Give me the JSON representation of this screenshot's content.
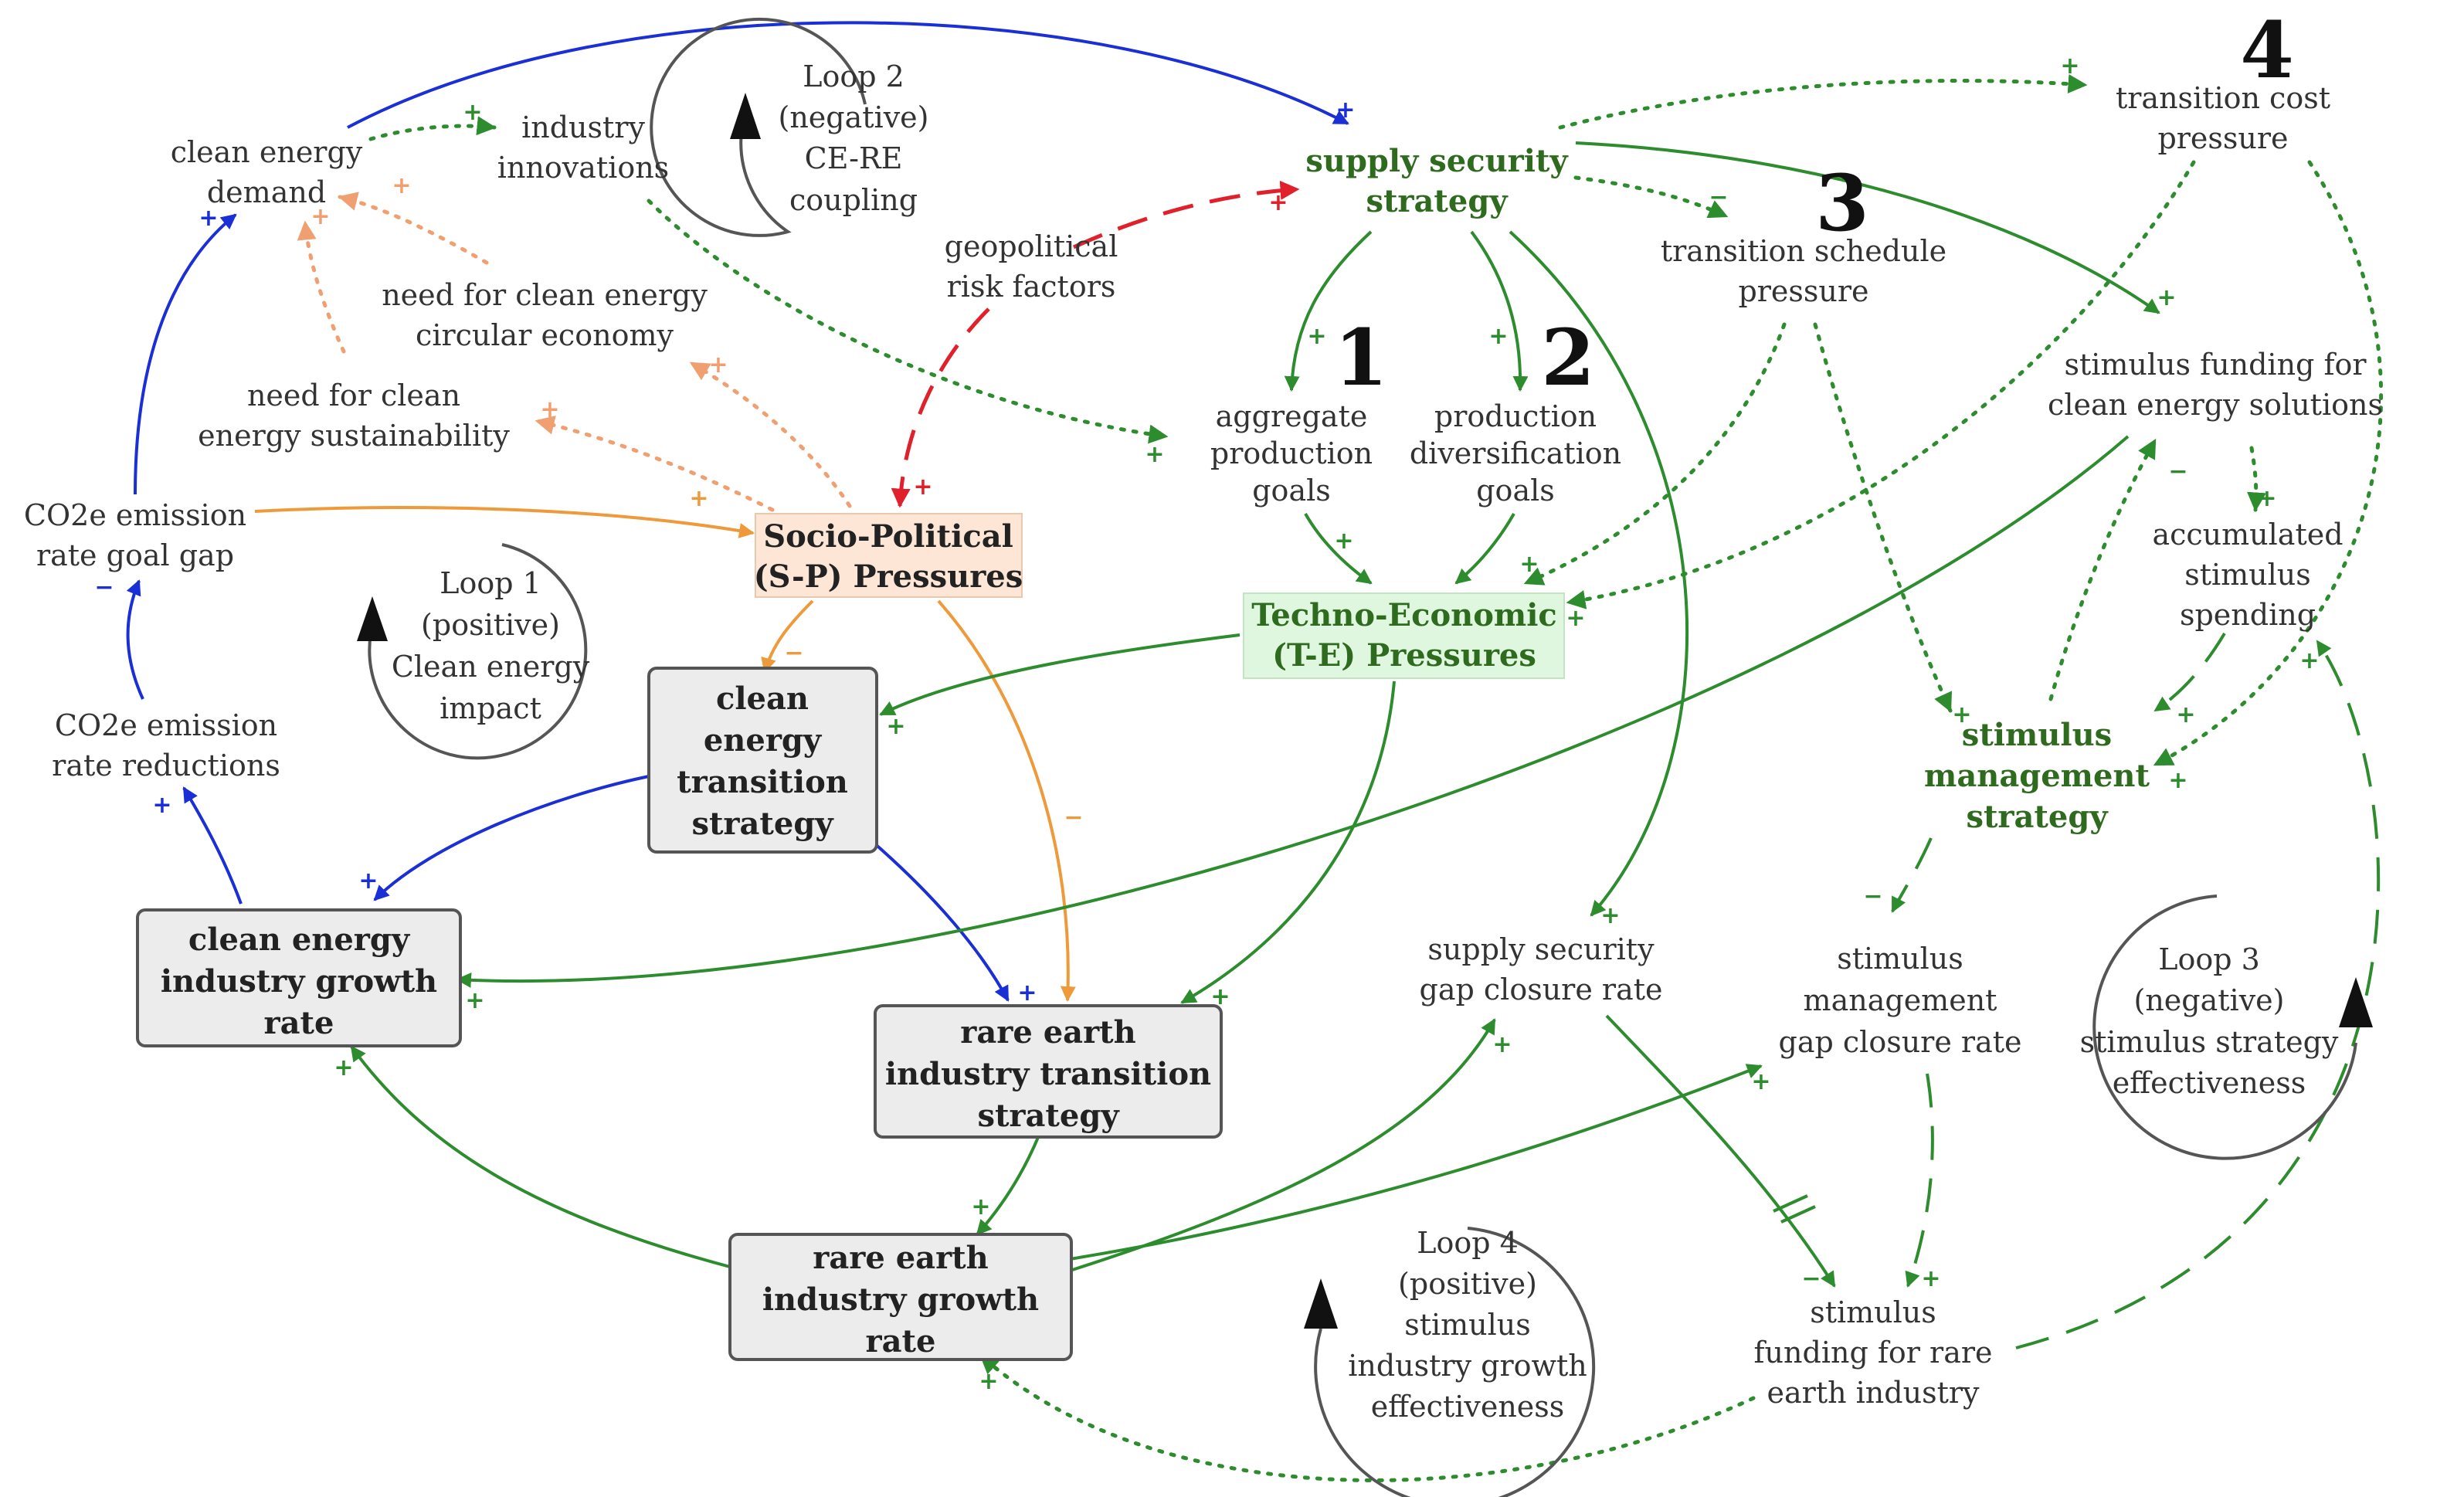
{
  "variables": {
    "clean_energy_demand": [
      "clean energy",
      "demand"
    ],
    "industry_innovations": [
      "industry",
      "innovations"
    ],
    "need_circular": [
      "need for clean energy",
      "circular economy"
    ],
    "need_sustainability": [
      "need for clean",
      "energy sustainability"
    ],
    "co2_goal_gap": [
      "CO2e emission",
      "rate goal gap"
    ],
    "co2_reductions": [
      "CO2e emission",
      "rate reductions"
    ],
    "sp_pressures": [
      "Socio-Political",
      "(S-P) Pressures"
    ],
    "clean_energy_transition": [
      "clean",
      "energy",
      "transition",
      "strategy"
    ],
    "clean_energy_growth": [
      "clean energy",
      "industry growth",
      "rate"
    ],
    "re_transition": [
      "rare earth",
      "industry transition",
      "strategy"
    ],
    "re_growth": [
      "rare earth",
      "industry growth",
      "rate"
    ],
    "geopolitical": [
      "geopolitical",
      "risk factors"
    ],
    "supply_security": [
      "supply security",
      "strategy"
    ],
    "aggregate_goals": [
      "aggregate",
      "production",
      "goals"
    ],
    "diversification_goals": [
      "production",
      "diversification",
      "goals"
    ],
    "te_pressures": [
      "Techno-Economic",
      "(T-E) Pressures"
    ],
    "transition_schedule": [
      "transition schedule",
      "pressure"
    ],
    "transition_cost": [
      "transition cost",
      "pressure"
    ],
    "stimulus_funding_clean": [
      "stimulus funding for",
      "clean energy solutions"
    ],
    "accumulated_stimulus": [
      "accumulated",
      "stimulus",
      "spending"
    ],
    "stimulus_management": [
      "stimulus",
      "management",
      "strategy"
    ],
    "supply_gap_closure": [
      "supply security",
      "gap closure rate"
    ],
    "stimulus_gap_closure": [
      "stimulus",
      "management",
      "gap closure rate"
    ],
    "stimulus_funding_re": [
      "stimulus",
      "funding for rare",
      "earth industry"
    ]
  },
  "loops": {
    "loop1": [
      "Loop 1",
      "(positive)",
      "Clean energy",
      "impact"
    ],
    "loop2": [
      "Loop 2",
      "(negative)",
      "CE-RE",
      "coupling"
    ],
    "loop3": [
      "Loop 3",
      "(negative)",
      "stimulus strategy",
      "effectiveness"
    ],
    "loop4": [
      "Loop 4",
      "(positive)",
      "stimulus",
      "industry growth",
      "effectiveness"
    ]
  },
  "markers": {
    "m1": "1",
    "m2": "2",
    "m3": "3",
    "m4": "4"
  },
  "polarity": {
    "plus": "+",
    "minus": "−"
  },
  "colors": {
    "blue": "#1a2fd6",
    "orange": "#ef9a3a",
    "green": "#2d8c2d",
    "red": "#e0202a",
    "stock_fill": "#ececec",
    "sp_fill": "#fde6d6",
    "te_fill": "#dff6df"
  }
}
